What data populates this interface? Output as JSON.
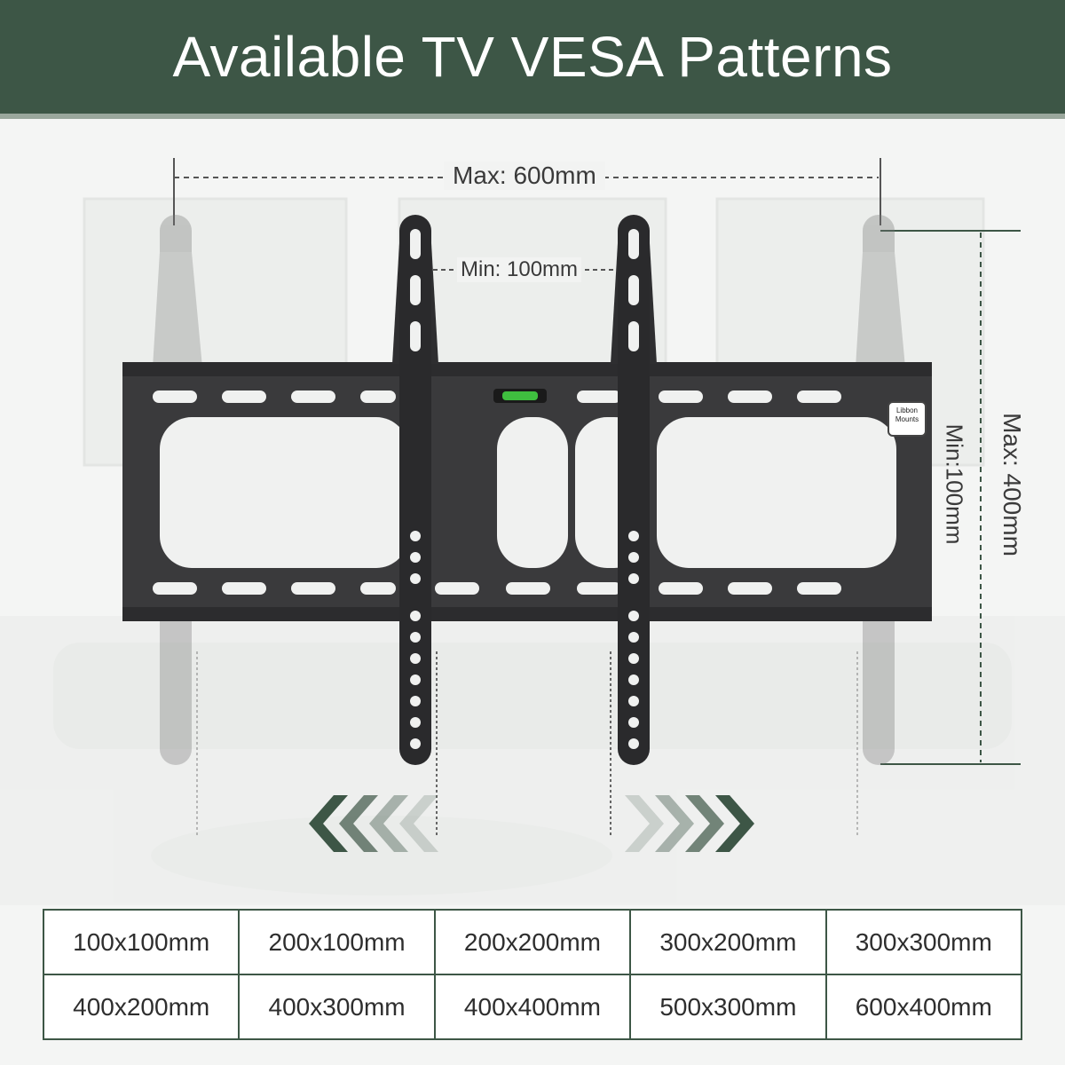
{
  "header": {
    "title": "Available TV VESA Patterns"
  },
  "dimensions": {
    "max_width": "Max: 600mm",
    "min_width": "Min: 100mm",
    "max_height": "Max: 400mm",
    "min_height": "Min:100mm"
  },
  "brand": {
    "logo_text": "Libbon Mounts"
  },
  "colors": {
    "header_bg": "#3d5646",
    "table_border": "#3d5646",
    "level_bubble": "#3fbf3f"
  },
  "patterns": {
    "rows": [
      [
        "100x100mm",
        "200x100mm",
        "200x200mm",
        "300x200mm",
        "300x300mm"
      ],
      [
        "400x200mm",
        "400x300mm",
        "400x400mm",
        "500x300mm",
        "600x400mm"
      ]
    ]
  }
}
